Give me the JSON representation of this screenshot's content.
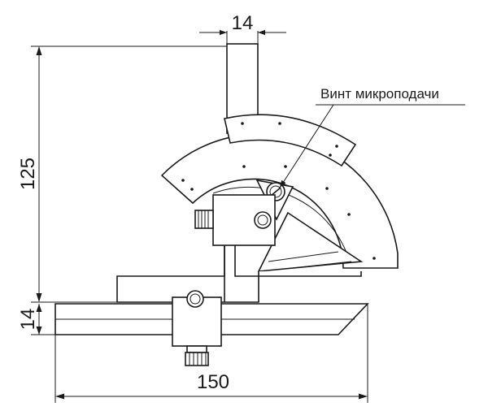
{
  "dimensions": {
    "top_width": "14",
    "height_total": "125",
    "rule_thickness": "14",
    "rule_length": "150"
  },
  "annotation": {
    "label": "Винт микроподачи"
  }
}
